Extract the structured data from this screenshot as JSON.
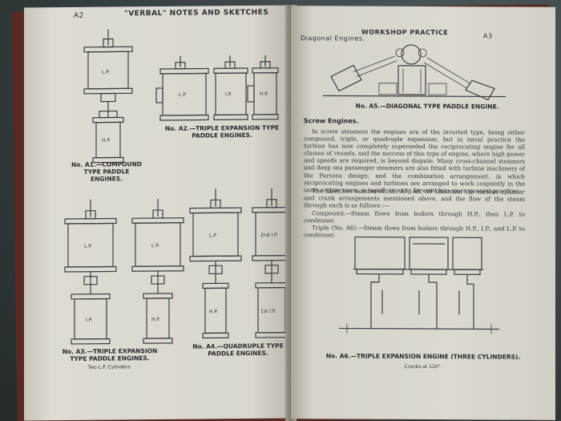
{
  "left_page": {
    "page_number": "A2",
    "running_title": "\"VERBAL\" NOTES AND SKETCHES",
    "figures": {
      "a1": {
        "caption": "No. A1.—COMPOUND TYPE PADDLE ENGINES.",
        "labels": [
          "L.P.",
          "H.P."
        ]
      },
      "a2": {
        "caption": "No. A2.—TRIPLE EXPANSION TYPE PADDLE ENGINES.",
        "labels": [
          "L.P.",
          "I.P.",
          "H.P."
        ]
      },
      "a3": {
        "caption": "No. A3.—TRIPLE EXPANSION TYPE PADDLE ENGINES.",
        "subcaption": "Two L.P. Cylinders.",
        "labels": [
          "L.P.",
          "L.P.",
          "I.P.",
          "H.P."
        ]
      },
      "a4": {
        "caption": "No. A4.—QUADRUPLE TYPE PADDLE ENGINES.",
        "labels": [
          "L.P.",
          "2nd I.P.",
          "H.P.",
          "1st I.P."
        ]
      }
    }
  },
  "right_page": {
    "page_number": "A3",
    "running_title": "WORKSHOP PRACTICE",
    "corner_title": "Diagonal Engines.",
    "fig_a5_caption": "No. A5.—DIAGONAL TYPE PADDLE ENGINE.",
    "section_title": "Screw Engines.",
    "paragraph1": "In screw steamers the engines are of the inverted type, being either compound, triple, or quadruple expansion, but in naval practice the turbine has now completely superseded the reciprocating engine for all classes of vessels, and the success of this type of engine, where high power and speeds are required, is beyond dispute. Many cross-channel steamers and deep sea passenger steamers are also fitted with turbine machinery of the Parsons design, and the combination arrangement, in which reciprocating engines and turbines are arranged to work conjointly in the same engine room, is rapidly coming forward into more general practice.",
    "paragraph2": "The Sketches numbered A6, A7, A8, A9 illustrate the various cylinder and crank arrangements mentioned above, and the flow of the steam through each is as follows :—",
    "paragraph3": "Compound.—Steam flows from boilers through H.P., then L.P. to condenser.",
    "paragraph4": "Triple (No. A6).—Steam flows from boilers through H.P., I.P., and L.P. to condenser.",
    "fig_a6_caption": "No. A6.—TRIPLE EXPANSION ENGINE (THREE CYLINDERS).",
    "fig_a6_subcaption": "Cranks at 120°."
  }
}
